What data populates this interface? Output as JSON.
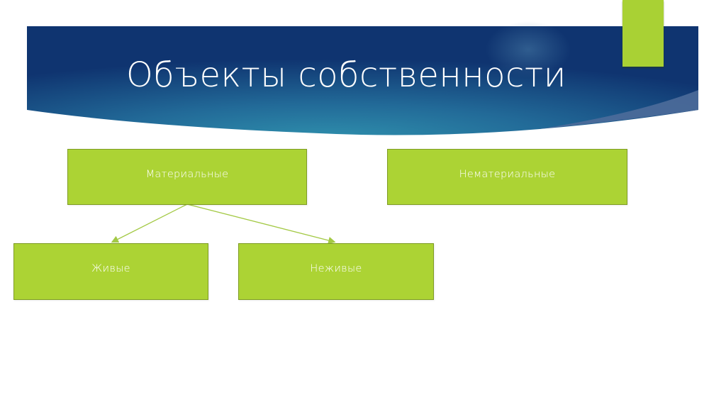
{
  "slide": {
    "title": "Объекты собственности",
    "colors": {
      "banner_dark": "#0f3470",
      "banner_light": "#2d8aa8",
      "accent_green": "#acd334",
      "box_border": "#7f9c25",
      "text_white": "#ffffff"
    }
  },
  "diagram": {
    "nodes": [
      {
        "id": "material",
        "label": "Материальные"
      },
      {
        "id": "immaterial",
        "label": "Нематериальные"
      },
      {
        "id": "living",
        "label": "Живые"
      },
      {
        "id": "nonliving",
        "label": "Неживые"
      }
    ],
    "edges": [
      {
        "from": "material",
        "to": "living"
      },
      {
        "from": "material",
        "to": "nonliving"
      }
    ]
  }
}
